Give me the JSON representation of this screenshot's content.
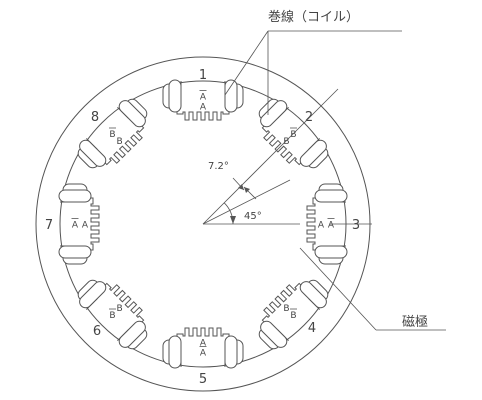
{
  "labels": {
    "coil": "巻線（コイル）",
    "pole": "磁極",
    "tooth_pitch_angle": "7.2°",
    "pole_pitch_angle": "45°"
  },
  "pole_numbers": [
    "1",
    "2",
    "3",
    "4",
    "5",
    "6",
    "7",
    "8"
  ],
  "phase_marks": {
    "pole_1": [
      "A",
      "A"
    ],
    "pole_2": [
      "B",
      "B"
    ],
    "pole_3": [
      "A",
      "A"
    ],
    "pole_4": [
      "B",
      "B"
    ],
    "pole_5": [
      "A",
      "A"
    ],
    "pole_6": [
      "B",
      "B"
    ],
    "pole_7": [
      "A",
      "A"
    ],
    "pole_8": [
      "B",
      "B"
    ]
  }
}
